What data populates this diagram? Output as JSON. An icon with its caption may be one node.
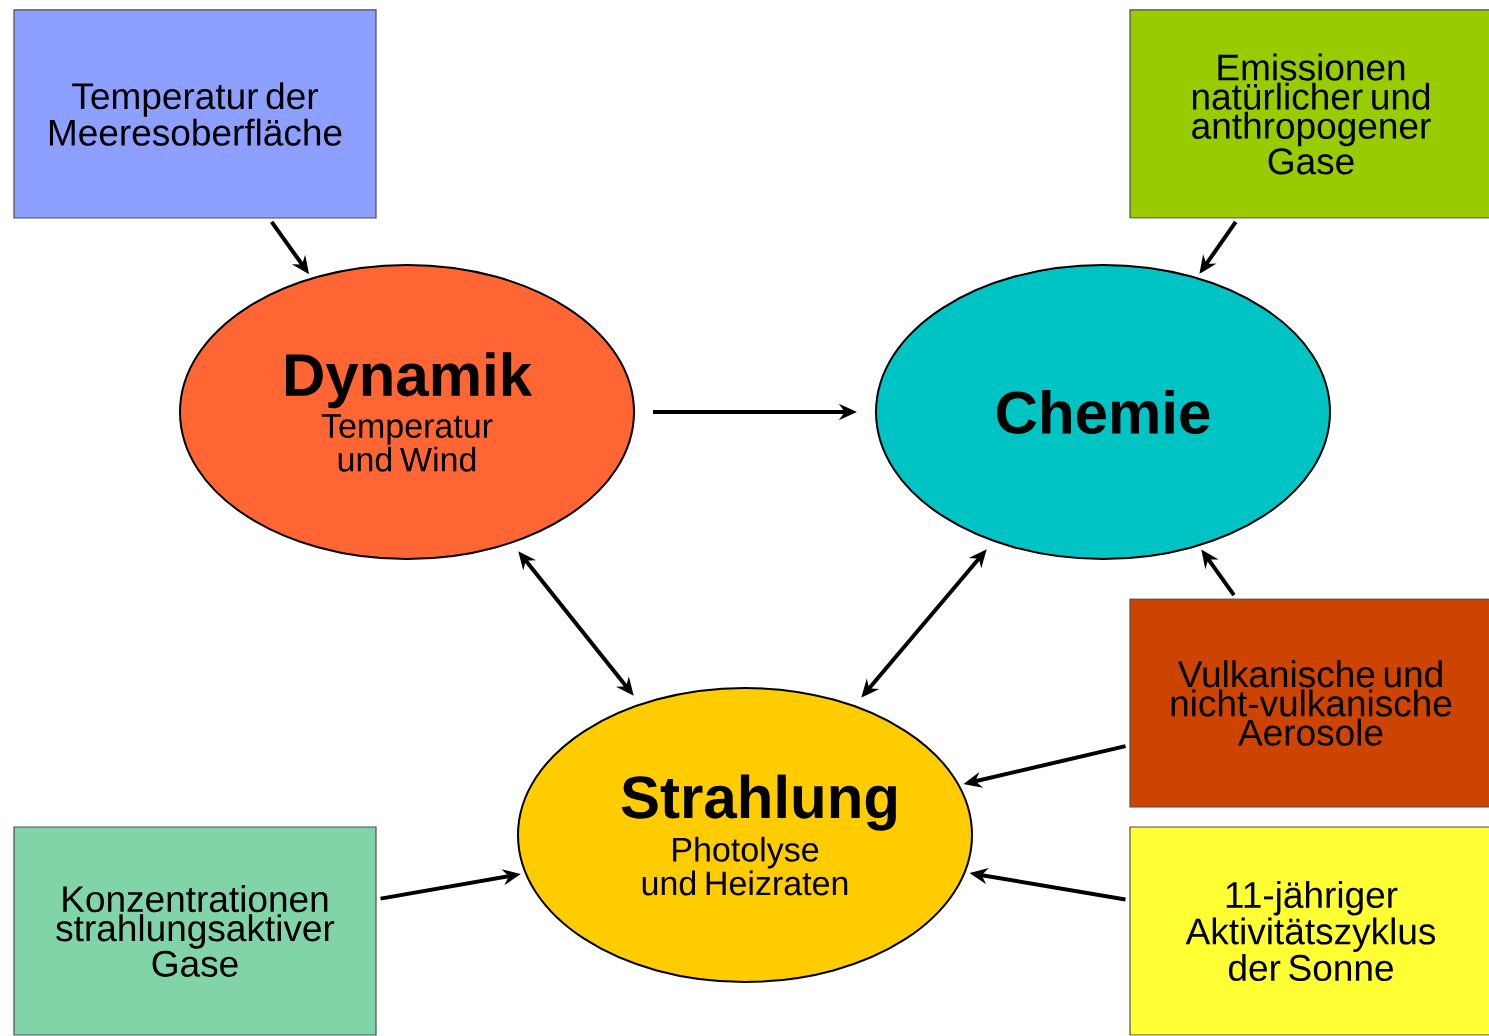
{
  "diagram": {
    "nodes": [
      {
        "text": [
          "Temperatur der Meeresoberfläche"
        ]
      },
      {
        "text": [
          "Emissionen natürlicher und anthropogener Gase"
        ]
      },
      {
        "text": [
          "Dynamik",
          "Temperatur und Wind"
        ]
      },
      {
        "text": [
          "Chemie"
        ]
      },
      {
        "text": [
          "Vulkanische und nicht-vulkanische Aerosole"
        ]
      },
      {
        "text": [
          "Strahlung",
          "Photolyse und Heizraten"
        ]
      },
      {
        "text": [
          "Konzentrationen strahlungsaktiver Gase"
        ]
      },
      {
        "text": [
          "11-jähriger Aktivitätszyklus der Sonne"
        ]
      }
    ],
    "edges": [
      {
        "from": 0,
        "to": 2,
        "arrow": "to"
      },
      {
        "from": 1,
        "to": 3,
        "arrow": "to"
      },
      {
        "from": 2,
        "to": 3,
        "arrow": "to"
      },
      {
        "from": 2,
        "to": 5,
        "arrow": "both"
      },
      {
        "from": 3,
        "to": 5,
        "arrow": "both"
      },
      {
        "from": 4,
        "to": 3,
        "arrow": "to"
      },
      {
        "from": 4,
        "to": 5,
        "arrow": "to"
      },
      {
        "from": 6,
        "to": 5,
        "arrow": "to"
      },
      {
        "from": 7,
        "to": 5,
        "arrow": "to"
      }
    ]
  }
}
